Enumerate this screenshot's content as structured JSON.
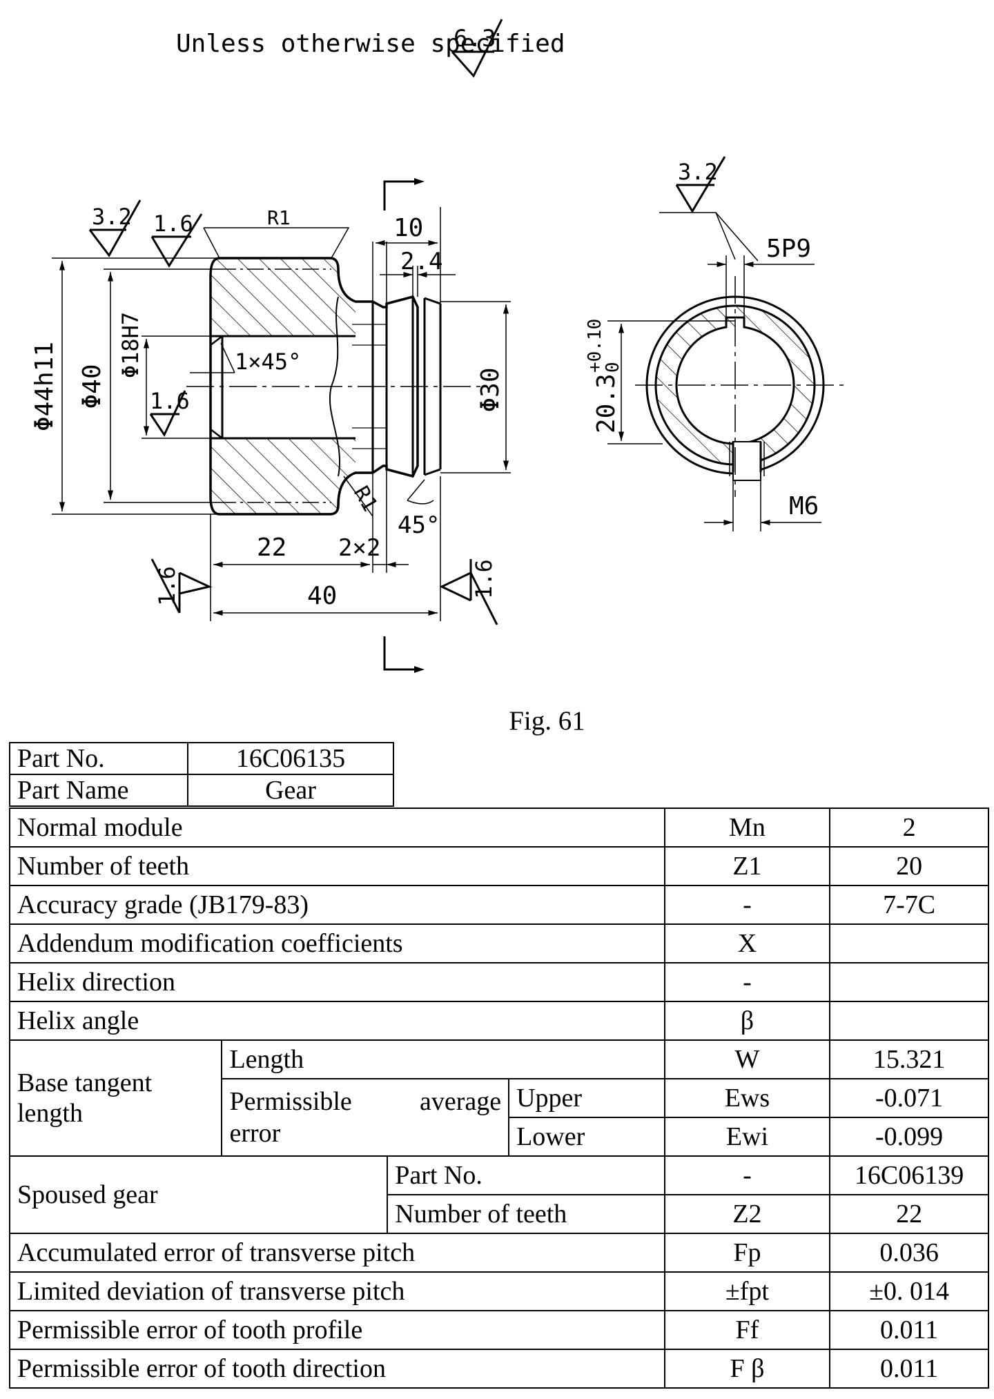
{
  "drawing": {
    "note": "Unless otherwise specified",
    "roughness": {
      "general": "6.3",
      "left_top_outer": "3.2",
      "left_top_inner": "1.6",
      "bore": "1.6",
      "face_left": "1.6",
      "face_right": "1.6",
      "keyway": "3.2"
    },
    "dims": {
      "r1_top": "R1",
      "d10": "10",
      "d24": "2.4",
      "phi44": "Φ44h11",
      "phi40": "Φ40",
      "phi18": "Φ18H7",
      "chamfer": "1×45°",
      "phi30": "Φ30",
      "r1_bottom": "R1",
      "angle45": "45°",
      "d22": "22",
      "d2x2": "2×2",
      "d40": "40",
      "keyway_width": "5P9",
      "keyway_depth": "20.3",
      "keyway_tol_upper": "+0.10",
      "keyway_tol_lower": "0",
      "thread": "M6"
    }
  },
  "caption": "Fig. 61",
  "part": {
    "no_label": "Part No.",
    "no_value": "16C06135",
    "name_label": "Part Name",
    "name_value": "Gear"
  },
  "spec": {
    "normal_module": {
      "label": "Normal module",
      "symbol": "Mn",
      "value": "2"
    },
    "teeth": {
      "label": "Number of teeth",
      "symbol": "Z1",
      "value": "20"
    },
    "accuracy": {
      "label": "Accuracy grade (JB179-83)",
      "symbol": "-",
      "value": "7-7C"
    },
    "addendum": {
      "label": "Addendum modification coefficients",
      "symbol": "X",
      "value": ""
    },
    "helix_dir": {
      "label": "Helix direction",
      "symbol": "-",
      "value": ""
    },
    "helix_angle": {
      "label": "Helix angle",
      "symbol": "β",
      "value": ""
    },
    "base_tangent": {
      "label": "Base tangent length",
      "length_label": "Length",
      "length_symbol": "W",
      "length_value": "15.321",
      "perm_label_1": "Permissible",
      "perm_label_2": "average",
      "perm_label_3": "error",
      "upper_label": "Upper",
      "upper_symbol": "Ews",
      "upper_value": "-0.071",
      "lower_label": "Lower",
      "lower_symbol": "Ewi",
      "lower_value": "-0.099"
    },
    "spoused": {
      "label": "Spoused gear",
      "part_label": "Part No.",
      "part_symbol": "-",
      "part_value": "16C06139",
      "teeth_label": "Number of teeth",
      "teeth_symbol": "Z2",
      "teeth_value": "22"
    },
    "fp": {
      "label": "Accumulated error of transverse pitch",
      "symbol": "Fp",
      "value": "0.036"
    },
    "fpt": {
      "label": "Limited deviation of transverse pitch",
      "symbol": "±fpt",
      "value": "±0. 014"
    },
    "ff": {
      "label": "Permissible error of tooth profile",
      "symbol": "Ff",
      "value": "0.011"
    },
    "fb": {
      "label": "Permissible error of tooth direction",
      "symbol": "F β",
      "value": "0.011"
    }
  }
}
